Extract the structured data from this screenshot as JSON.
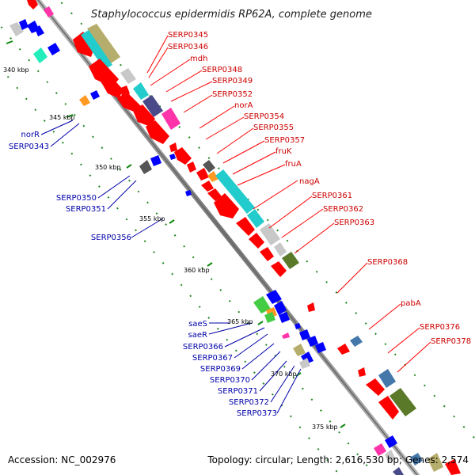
{
  "title": "Staphylococcus epidermidis RP62A, complete genome",
  "accession": "Accession: NC_002976",
  "topology": "Topology: circular; Length: 2,616,530 bp; Genes: 2,574",
  "scale_labels": [
    "340 kbp",
    "345 kbp",
    "350 kbp",
    "355 kbp",
    "360 kbp",
    "365 kbp",
    "370 kbp",
    "375 kbp"
  ],
  "forward_genes": [
    "SERP0345",
    "SERP0346",
    "mdh",
    "SERP0348",
    "SERP0349",
    "SERP0352",
    "norA",
    "SERP0354",
    "SERP0355",
    "SERP0357",
    "fruK",
    "fruA",
    "nagA",
    "SERP0361",
    "SERP0362",
    "SERP0363",
    "SERP0368",
    "pabA",
    "SERP0376",
    "SERP0378"
  ],
  "reverse_genes": [
    "norR",
    "SERP0343",
    "SERP0350",
    "SERP0351",
    "SERP0356",
    "saeS",
    "saeR",
    "SERP0366",
    "SERP0367",
    "SERP0369",
    "SERP0370",
    "SERP0371",
    "SERP0372",
    "SERP0373"
  ],
  "colors": {
    "forward_label": "#cc0000",
    "reverse_label": "#0000aa",
    "backbone": "#888888",
    "tick": "#007700",
    "red": "#ff0000",
    "blue": "#0000ff",
    "cyan": "#22cccc",
    "navy": "#4a4a8a",
    "magenta": "#ff33aa",
    "olive": "#b5ad6b",
    "darkolive": "#5a7a2a",
    "gray": "#c8c8c8",
    "darkgray": "#555555",
    "green": "#44cc44",
    "orange": "#ff9922",
    "steel": "#4477aa",
    "aqua": "#22eebb"
  }
}
